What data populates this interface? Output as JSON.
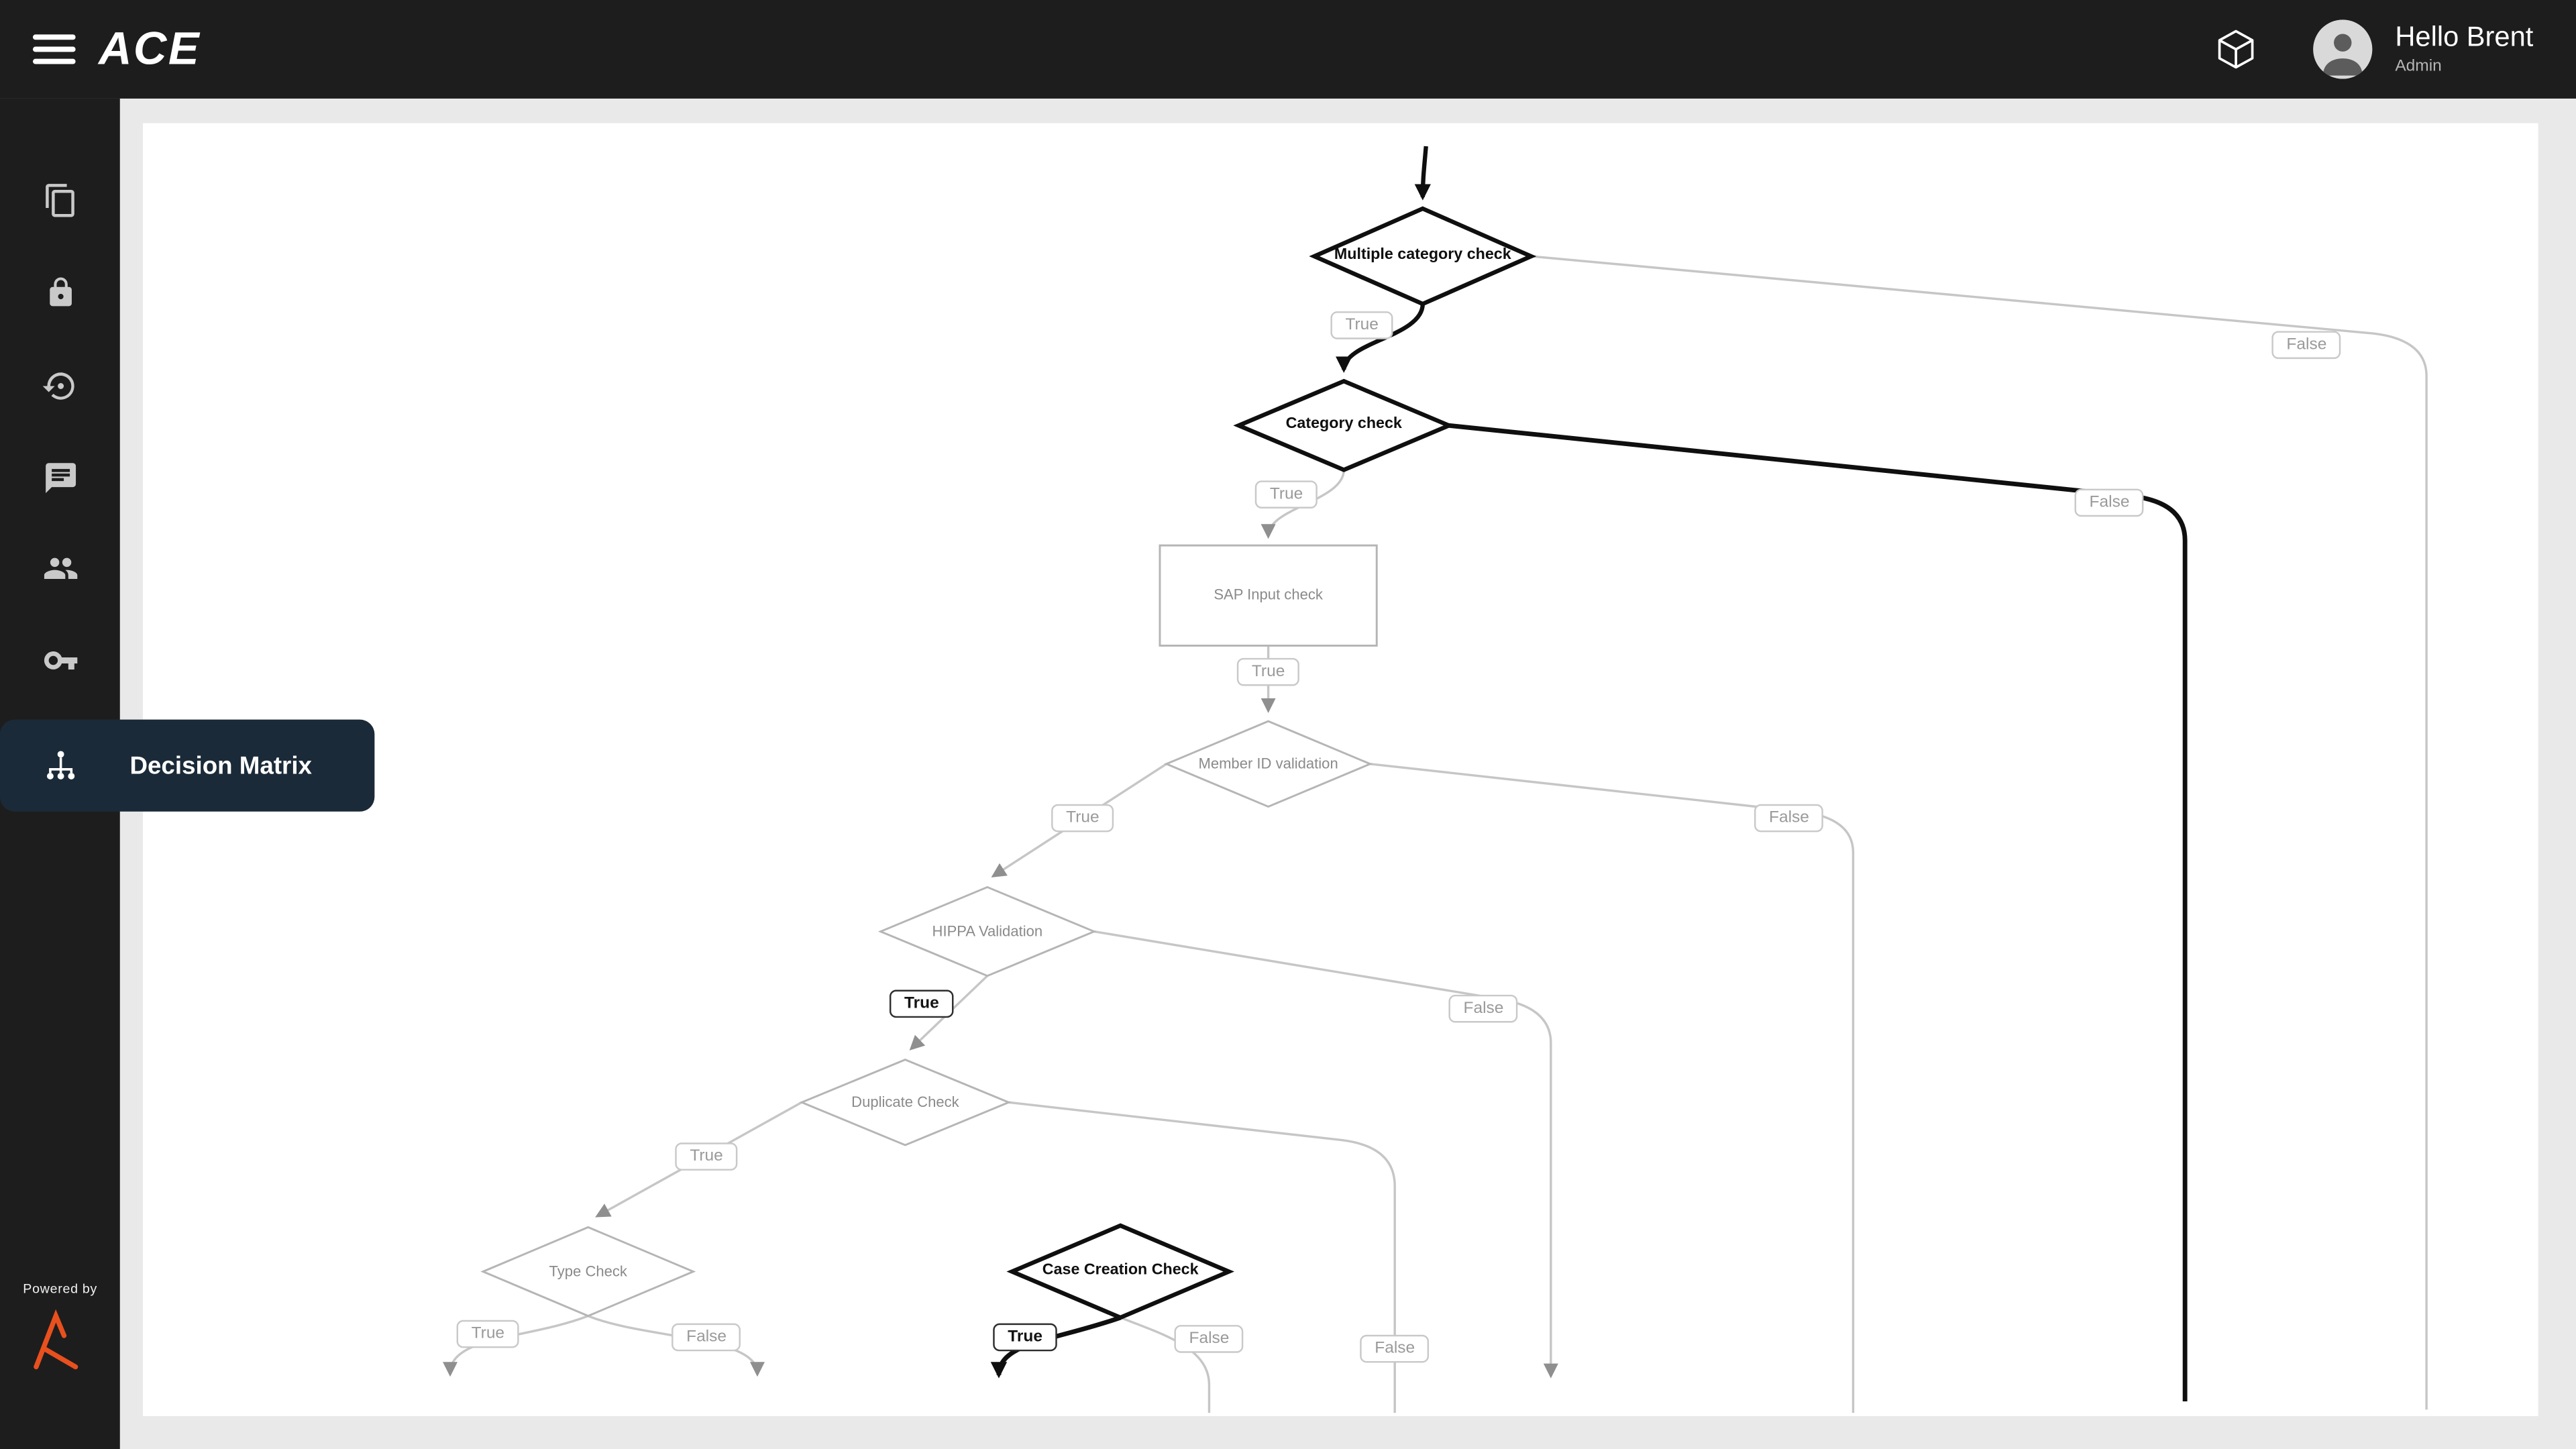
{
  "header": {
    "logo": "ACE",
    "greeting": "Hello Brent",
    "role": "Admin"
  },
  "sidebar": {
    "items": [
      {
        "icon": "windows-icon"
      },
      {
        "icon": "lock-icon"
      },
      {
        "icon": "sync-icon"
      },
      {
        "icon": "chat-icon"
      },
      {
        "icon": "people-icon"
      },
      {
        "icon": "key-icon"
      }
    ],
    "active": {
      "icon": "decision-tree-icon",
      "label": "Decision Matrix"
    },
    "powered_by": "Powered by"
  },
  "colors": {
    "header_bg": "#1d1d1d",
    "active_item_bg": "#1b2a38",
    "accent_orange": "#e8501e",
    "edge_gray": "#c6c6c6",
    "emphasis_black": "#0f0f0f"
  },
  "diagram": {
    "nodes": [
      {
        "id": "multiple-category-check",
        "label": "Multiple category check",
        "type": "decision",
        "emphasis": true
      },
      {
        "id": "category-check",
        "label": "Category check",
        "type": "decision",
        "emphasis": true
      },
      {
        "id": "sap-input-check",
        "label": "SAP Input check",
        "type": "process",
        "emphasis": false
      },
      {
        "id": "member-id-validation",
        "label": "Member ID validation",
        "type": "decision",
        "emphasis": false
      },
      {
        "id": "hippa-validation",
        "label": "HIPPA Validation",
        "type": "decision",
        "emphasis": false
      },
      {
        "id": "duplicate-check",
        "label": "Duplicate Check",
        "type": "decision",
        "emphasis": false
      },
      {
        "id": "type-check",
        "label": "Type Check",
        "type": "decision",
        "emphasis": false
      },
      {
        "id": "case-creation-check",
        "label": "Case Creation Check",
        "type": "decision",
        "emphasis": true
      }
    ],
    "edge_labels": [
      {
        "text": "True",
        "emphasis": false
      },
      {
        "text": "False",
        "emphasis": false
      },
      {
        "text": "True",
        "emphasis": false
      },
      {
        "text": "False",
        "emphasis": false
      },
      {
        "text": "True",
        "emphasis": false
      },
      {
        "text": "True",
        "emphasis": false
      },
      {
        "text": "False",
        "emphasis": false
      },
      {
        "text": "True",
        "emphasis": true
      },
      {
        "text": "False",
        "emphasis": false
      },
      {
        "text": "True",
        "emphasis": false
      },
      {
        "text": "False",
        "emphasis": false
      },
      {
        "text": "True",
        "emphasis": false
      },
      {
        "text": "False",
        "emphasis": false
      },
      {
        "text": "True",
        "emphasis": true
      },
      {
        "text": "False",
        "emphasis": false
      }
    ],
    "edges": [
      {
        "from": "start",
        "to": "multiple-category-check",
        "emphasis": true
      },
      {
        "from": "multiple-category-check",
        "branch": "True",
        "to": "category-check",
        "emphasis": true
      },
      {
        "from": "multiple-category-check",
        "branch": "False",
        "to": "off-canvas",
        "emphasis": false
      },
      {
        "from": "category-check",
        "branch": "True",
        "to": "sap-input-check",
        "emphasis": false
      },
      {
        "from": "category-check",
        "branch": "False",
        "to": "off-canvas",
        "emphasis": true
      },
      {
        "from": "sap-input-check",
        "branch": "True",
        "to": "member-id-validation",
        "emphasis": false
      },
      {
        "from": "member-id-validation",
        "branch": "True",
        "to": "hippa-validation",
        "emphasis": false
      },
      {
        "from": "member-id-validation",
        "branch": "False",
        "to": "off-canvas",
        "emphasis": false
      },
      {
        "from": "hippa-validation",
        "branch": "True",
        "to": "duplicate-check",
        "emphasis": false
      },
      {
        "from": "hippa-validation",
        "branch": "False",
        "to": "off-canvas",
        "emphasis": false
      },
      {
        "from": "duplicate-check",
        "branch": "True",
        "to": "type-check",
        "emphasis": false
      },
      {
        "from": "duplicate-check",
        "branch": "False",
        "to": "off-canvas",
        "emphasis": false
      },
      {
        "from": "type-check",
        "branch": "True",
        "to": "off-canvas",
        "emphasis": false
      },
      {
        "from": "type-check",
        "branch": "False",
        "to": "off-canvas",
        "emphasis": false
      },
      {
        "from": "case-creation-check",
        "branch": "True",
        "to": "off-canvas",
        "emphasis": true
      },
      {
        "from": "case-creation-check",
        "branch": "False",
        "to": "off-canvas",
        "emphasis": false
      }
    ]
  }
}
